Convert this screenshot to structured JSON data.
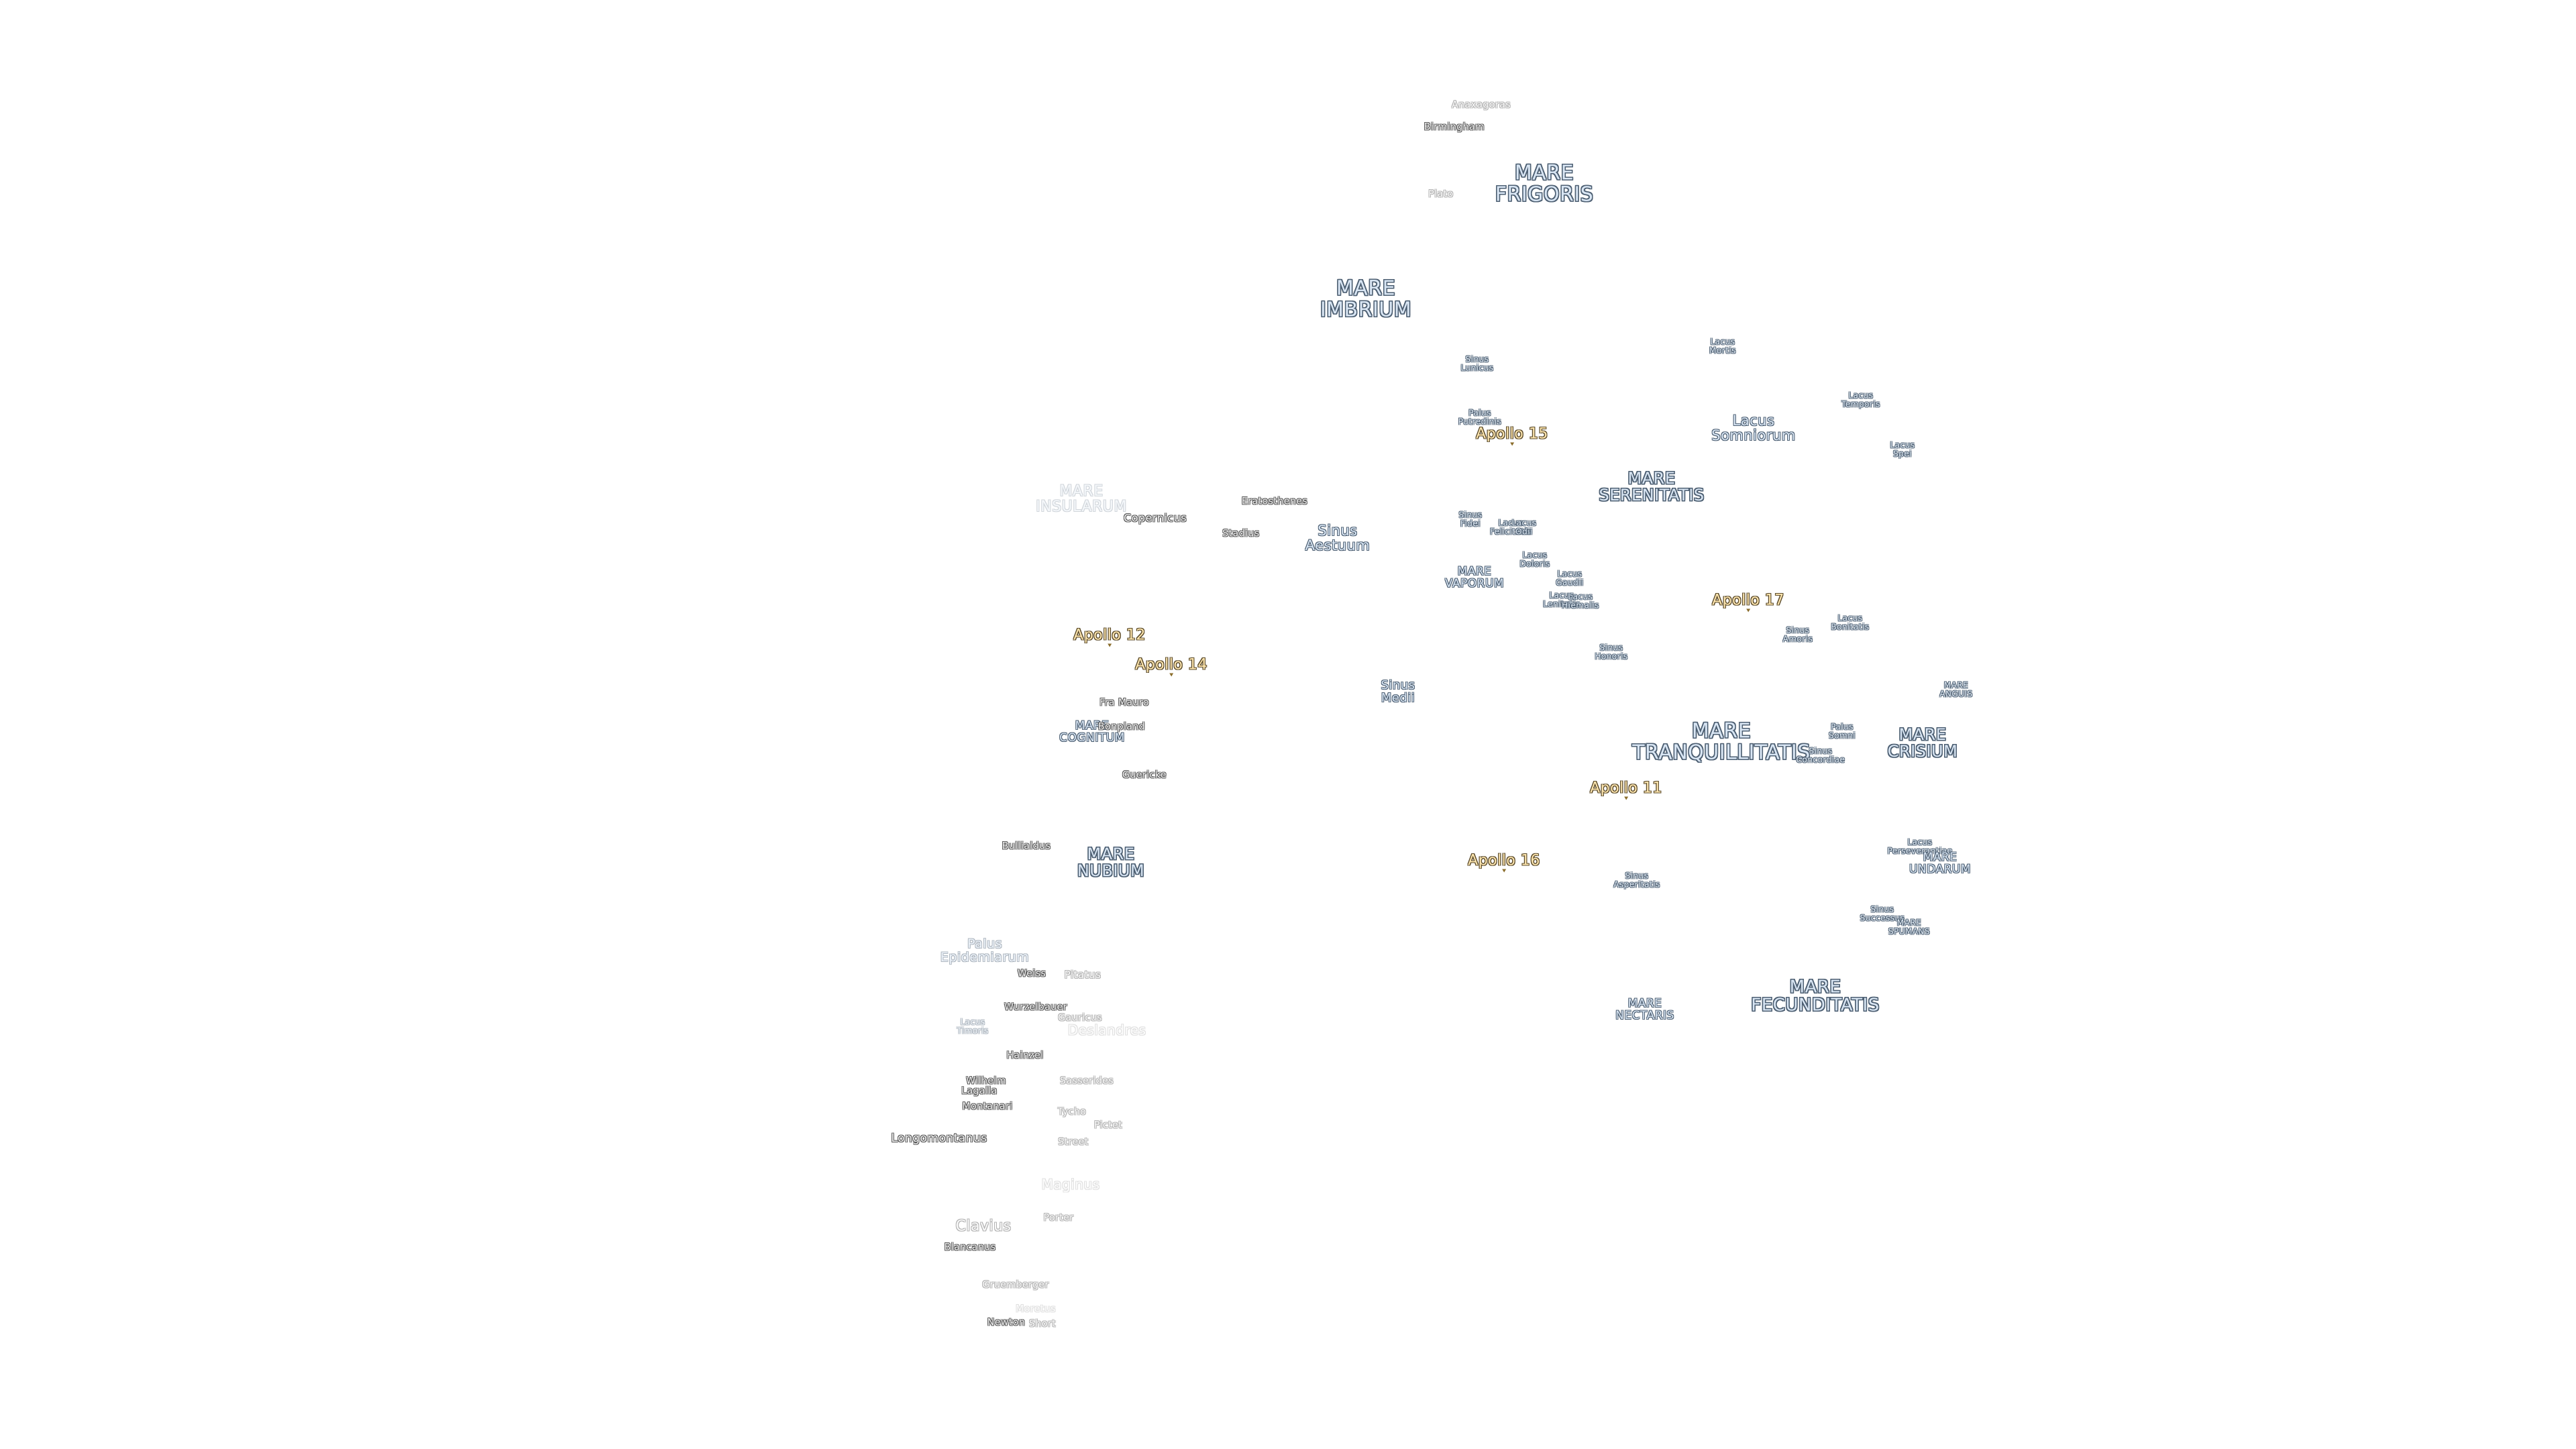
{
  "map": {
    "labels": [
      {
        "text": "Anaxagoras",
        "kind": "crater",
        "style": "faded"
      },
      {
        "text": "Birmingham",
        "kind": "crater",
        "style": "normal"
      },
      {
        "text": "MARE\nFRIGORIS",
        "kind": "mare",
        "style": "normal"
      },
      {
        "text": "Plato",
        "kind": "crater",
        "style": "faded"
      },
      {
        "text": "MARE\nIMBRIUM",
        "kind": "mare",
        "style": "normal"
      },
      {
        "text": "Sinus\nLunicus",
        "kind": "feature-sm",
        "style": "normal"
      },
      {
        "text": "Lacus\nMortis",
        "kind": "feature-sm",
        "style": "normal"
      },
      {
        "text": "Lacus\nTemporis",
        "kind": "feature-sm",
        "style": "normal"
      },
      {
        "text": "Lacus\nSomniorum",
        "kind": "feature",
        "style": "normal"
      },
      {
        "text": "Lacus\nSpei",
        "kind": "feature-sm",
        "style": "normal"
      },
      {
        "text": "Palus\nPutredinis",
        "kind": "feature-sm",
        "style": "normal"
      },
      {
        "text": "Apollo 15",
        "kind": "apollo",
        "style": "normal"
      },
      {
        "text": "MARE\nSERENITATIS",
        "kind": "mare-md",
        "style": "normal"
      },
      {
        "text": "MARE\nINSULARUM",
        "kind": "mare-md",
        "style": "faded"
      },
      {
        "text": "Eratosthenes",
        "kind": "crater",
        "style": "normal"
      },
      {
        "text": "Copernicus",
        "kind": "crater",
        "style": "normal"
      },
      {
        "text": "Stadius",
        "kind": "crater",
        "style": "normal"
      },
      {
        "text": "Sinus\nAestuum",
        "kind": "feature",
        "style": "normal"
      },
      {
        "text": "Sinus\nFidei",
        "kind": "feature-sm",
        "style": "normal"
      },
      {
        "text": "Lacus\nFelicitatis",
        "kind": "feature-sm",
        "style": "normal"
      },
      {
        "text": "Lacus\nOdii",
        "kind": "feature-sm",
        "style": "normal"
      },
      {
        "text": "Lacus\nDoloris",
        "kind": "feature-sm",
        "style": "normal"
      },
      {
        "text": "Lacus\nGaudii",
        "kind": "feature-sm",
        "style": "normal"
      },
      {
        "text": "MARE\nVAPORUM",
        "kind": "mare-sm",
        "style": "normal"
      },
      {
        "text": "Lacus\nLenitatis",
        "kind": "feature-sm",
        "style": "normal"
      },
      {
        "text": "Lacus\nHiemalis",
        "kind": "feature-sm",
        "style": "normal"
      },
      {
        "text": "Apollo 17",
        "kind": "apollo",
        "style": "normal"
      },
      {
        "text": "Lacus\nBonitatis",
        "kind": "feature-sm",
        "style": "normal"
      },
      {
        "text": "Sinus\nAmoris",
        "kind": "feature-sm",
        "style": "normal"
      },
      {
        "text": "Apollo 12",
        "kind": "apollo",
        "style": "normal"
      },
      {
        "text": "Apollo 14",
        "kind": "apollo",
        "style": "normal"
      },
      {
        "text": "Sinus\nHonoris",
        "kind": "feature-sm",
        "style": "normal"
      },
      {
        "text": "Sinus\nMedii",
        "kind": "feature",
        "style": "normal"
      },
      {
        "text": "MARE\nANGUIS",
        "kind": "feature-sm",
        "style": "normal"
      },
      {
        "text": "Fra Mauro",
        "kind": "crater",
        "style": "normal"
      },
      {
        "text": "MARE\nCOGNITUM",
        "kind": "mare-sm",
        "style": "normal"
      },
      {
        "text": "Bonpland",
        "kind": "crater",
        "style": "normal"
      },
      {
        "text": "MARE\nTRANQUILLITATIS",
        "kind": "mare",
        "style": "normal"
      },
      {
        "text": "Palus\nSomni",
        "kind": "feature-sm",
        "style": "normal"
      },
      {
        "text": "Sinus\nConcordiae",
        "kind": "feature-sm",
        "style": "normal"
      },
      {
        "text": "MARE\nCRISIUM",
        "kind": "mare-md",
        "style": "normal"
      },
      {
        "text": "Guericke",
        "kind": "crater",
        "style": "normal"
      },
      {
        "text": "Apollo 11",
        "kind": "apollo",
        "style": "normal"
      },
      {
        "text": "Bullialdus",
        "kind": "crater",
        "style": "normal"
      },
      {
        "text": "MARE\nNUBIUM",
        "kind": "mare-md",
        "style": "normal"
      },
      {
        "text": "Apollo 16",
        "kind": "apollo",
        "style": "normal"
      },
      {
        "text": "Sinus\nAsperitatis",
        "kind": "feature-sm",
        "style": "normal"
      },
      {
        "text": "Lacus\nPerseverantiae",
        "kind": "feature-sm",
        "style": "normal"
      },
      {
        "text": "MARE\nUNDARUM",
        "kind": "mare-sm",
        "style": "normal"
      },
      {
        "text": "Sinus\nSuccessus",
        "kind": "feature-sm",
        "style": "normal"
      },
      {
        "text": "MARE\nSPUMANS",
        "kind": "feature-sm",
        "style": "normal"
      },
      {
        "text": "Palus\nEpidemiarum",
        "kind": "feature",
        "style": "faded-light"
      },
      {
        "text": "Weiss",
        "kind": "crater",
        "style": "normal"
      },
      {
        "text": "Pitatus",
        "kind": "crater",
        "style": "faded-light"
      },
      {
        "text": "MARE\nFECUNDITATIS",
        "kind": "mare",
        "style": "normal"
      },
      {
        "text": "Wurzelbauer",
        "kind": "crater",
        "style": "normal"
      },
      {
        "text": "Gauricus",
        "kind": "crater",
        "style": "faded-light"
      },
      {
        "text": "MARE\nNECTARIS",
        "kind": "mare-sm",
        "style": "normal"
      },
      {
        "text": "Lacus\nTimoris",
        "kind": "feature-sm",
        "style": "faded-light"
      },
      {
        "text": "Deslandres",
        "kind": "crater-lg",
        "style": "very-faded"
      },
      {
        "text": "Hainzel",
        "kind": "crater",
        "style": "normal"
      },
      {
        "text": "Wilhelm",
        "kind": "crater",
        "style": "normal"
      },
      {
        "text": "Lagalla",
        "kind": "crater",
        "style": "normal"
      },
      {
        "text": "Sasserides",
        "kind": "crater",
        "style": "faded-light"
      },
      {
        "text": "Montanari",
        "kind": "crater",
        "style": "normal"
      },
      {
        "text": "Tycho",
        "kind": "crater",
        "style": "faded-light"
      },
      {
        "text": "Pictet",
        "kind": "crater",
        "style": "faded-light"
      },
      {
        "text": "Longomontanus",
        "kind": "crater-md",
        "style": "normal"
      },
      {
        "text": "Street",
        "kind": "crater",
        "style": "faded-light"
      },
      {
        "text": "Maginus",
        "kind": "crater-lg",
        "style": "very-faded"
      },
      {
        "text": "Clavius",
        "kind": "crater-lg",
        "style": "faded-light"
      },
      {
        "text": "Porter",
        "kind": "crater",
        "style": "faded-light"
      },
      {
        "text": "Blancanus",
        "kind": "crater",
        "style": "normal"
      },
      {
        "text": "Gruemberger",
        "kind": "crater",
        "style": "faded-light"
      },
      {
        "text": "Moretus",
        "kind": "crater",
        "style": "very-faded"
      },
      {
        "text": "Newton",
        "kind": "crater",
        "style": "normal"
      },
      {
        "text": "Short",
        "kind": "crater",
        "style": "faded-light"
      }
    ]
  }
}
